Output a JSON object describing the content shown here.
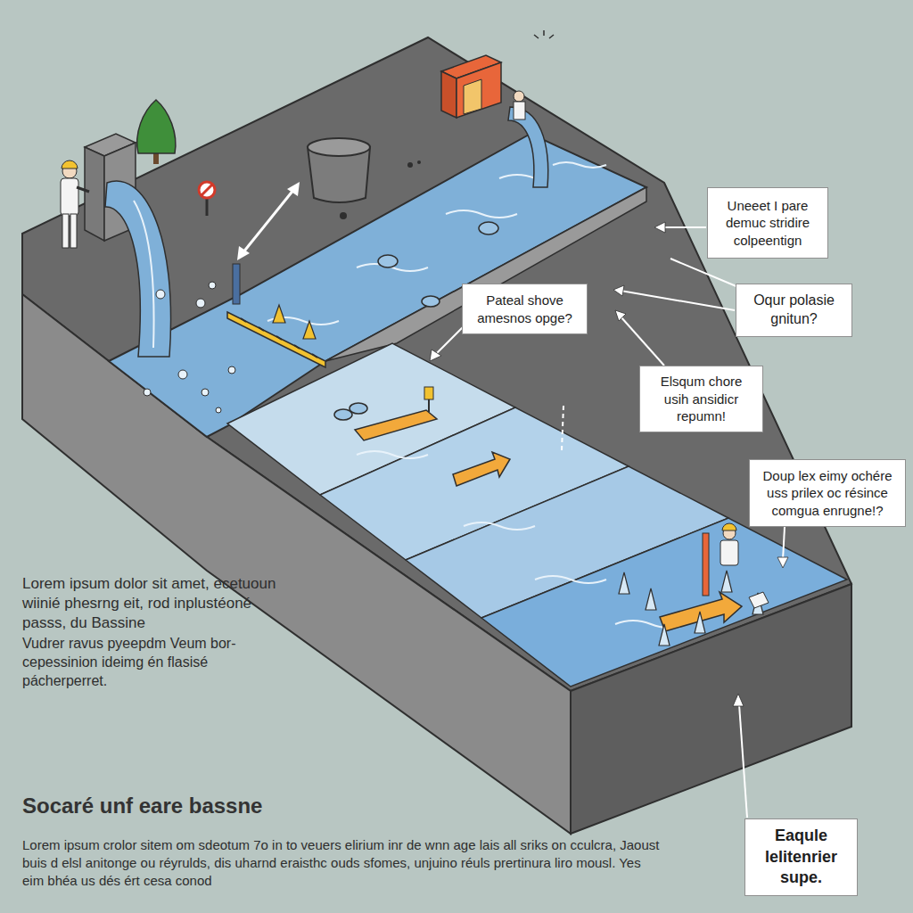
{
  "diagram": {
    "title": "Socaré unf eare bassne",
    "caption": "Lorem ipsum crolor sitem om sdeotum 7o in to veuers elirium inr de wnn age lais all sriks on cculcra, Jaoust buis d elsl anitonge ou réyrulds, dis uharnd eraisthc ouds sfomes, unjuino réuls prertinura liro mousl. Yes eim bhéa us dés ért cesa conod",
    "nodes": [
      {
        "text": [
          "Uneeet I pare demuc stridire colpeentign"
        ]
      },
      {
        "text": [
          "Pateal shove amesnos opge?"
        ]
      },
      {
        "text": [
          "Oqur polasie gnitun?"
        ]
      },
      {
        "text": [
          "Elsqum chore usih ansidicr repumn!"
        ]
      },
      {
        "text": [
          "Doup lex eimy ochére uss prilex oc résince comgua enrugne!?"
        ]
      },
      {
        "text": [
          "Eaqule lelitenrier supe."
        ]
      }
    ],
    "labels": [
      "Lorem ipsum dolor sit amet, ecetuoun wiinié phesrng eit, rod inplustéoné passs, du Bassine",
      "Vudrer ravus pyeepdm Veum bor- cepessinion ideimg én flasisé pácherperret."
    ]
  }
}
